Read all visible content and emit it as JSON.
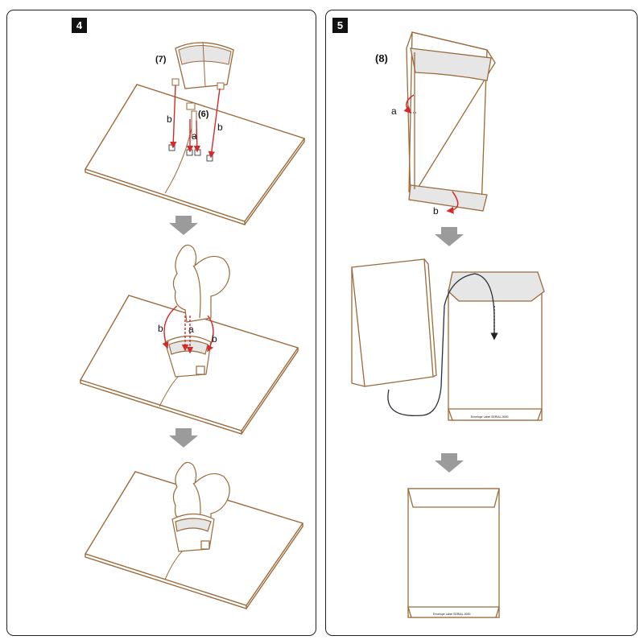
{
  "steps": [
    {
      "number": "4"
    },
    {
      "number": "5"
    }
  ],
  "step4": {
    "part_seven": "(7)",
    "part_six": "(6)",
    "label_a": "a",
    "label_b": "b"
  },
  "step5": {
    "part_eight": "(8)",
    "label_a": "a",
    "label_b": "b",
    "envelope_text": "Envelope Label   SERIAL-0000"
  },
  "colors": {
    "card_outline": "#9a6a3a",
    "arrow_red": "#d42a2a",
    "step_arrow_gray": "#9b9b9b",
    "line_dark": "#2b2f3a",
    "flap_gray": "#e6e6e6"
  }
}
